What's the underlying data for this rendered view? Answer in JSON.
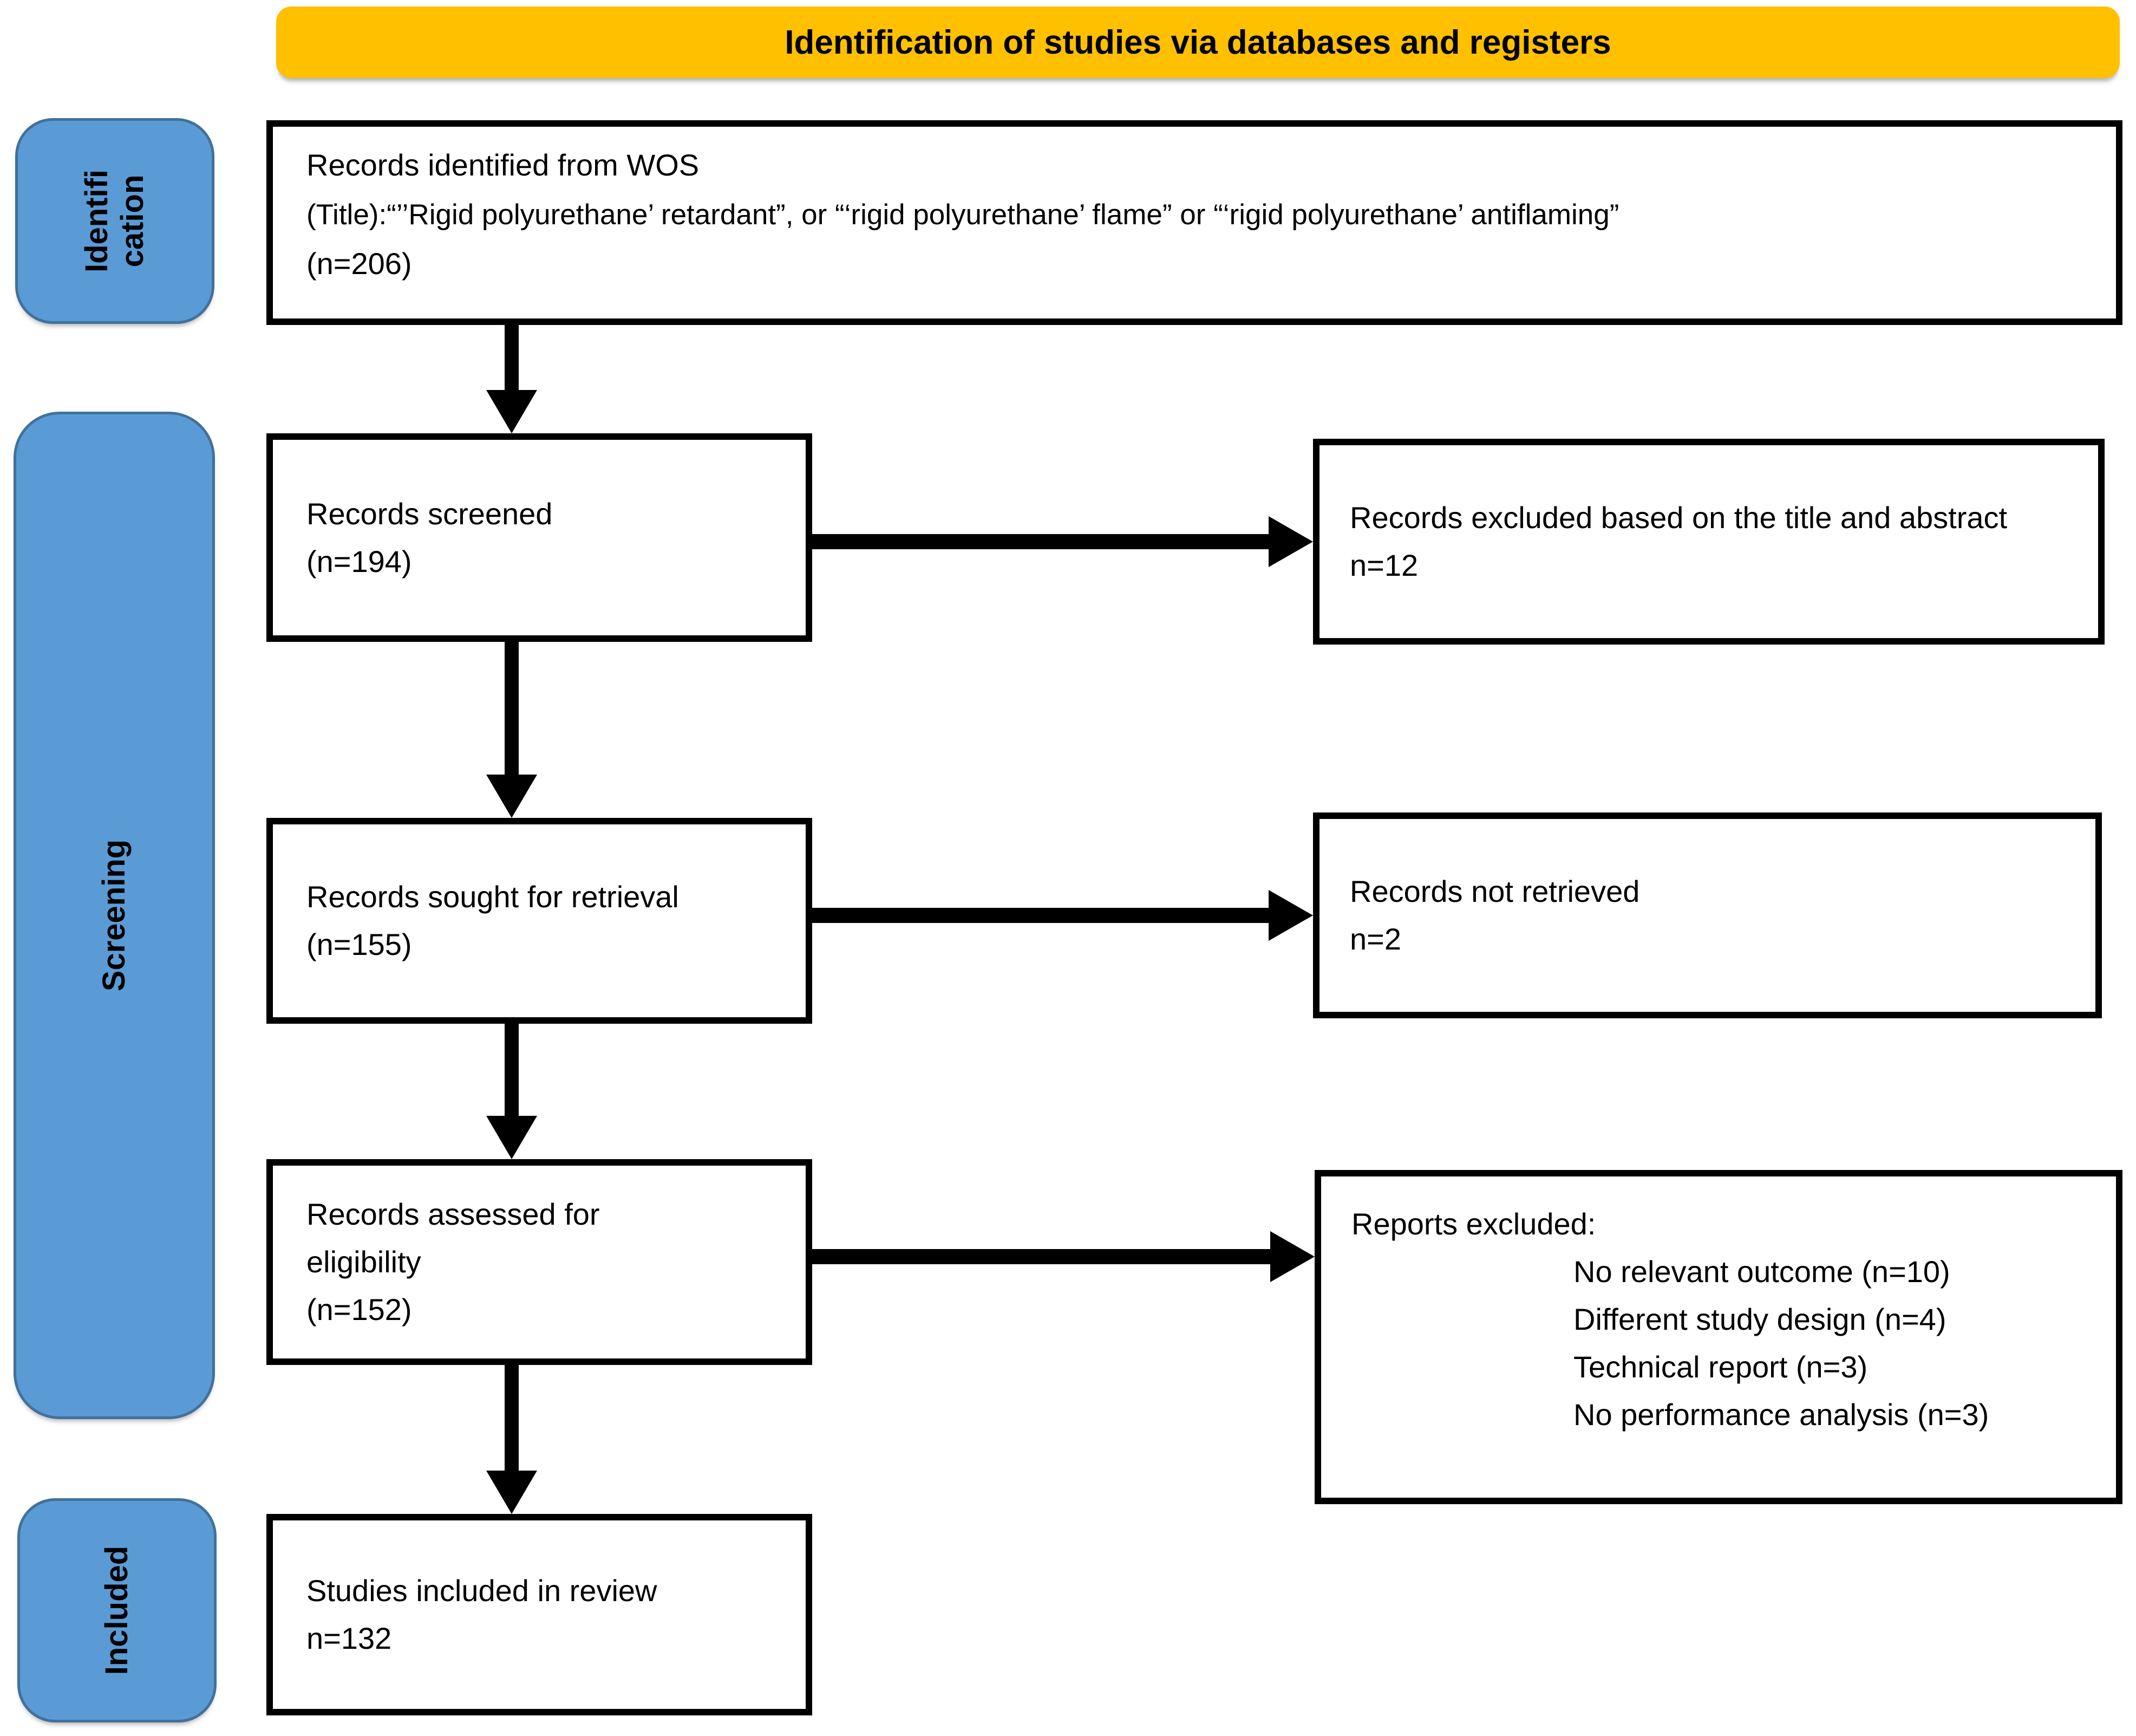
{
  "header": {
    "title": "Identification of studies via databases and registers"
  },
  "stages": {
    "identification": "Identifi\ncation",
    "screening": "Screening",
    "included": "Included"
  },
  "boxes": {
    "identified": {
      "lines": [
        "Records identified from WOS",
        "(Title):“’’Rigid polyurethane’  retardant”,  or “‘rigid polyurethane’  flame” or “‘rigid polyurethane’  antiflaming”",
        "(n=206)"
      ]
    },
    "screened": {
      "text": "Records screened",
      "count": "(n=194)"
    },
    "excluded_title_abstract": {
      "text": "Records excluded based on the title and abstract",
      "count": "n=12"
    },
    "sought": {
      "text": "Records sought for retrieval",
      "count": "(n=155)"
    },
    "not_retrieved": {
      "text": "Records not retrieved",
      "count": "n=2"
    },
    "assessed": {
      "text": "Records assessed for eligibility",
      "count": "(n=152)"
    },
    "reports_excluded": {
      "title": "Reports excluded:",
      "items": [
        "No relevant outcome (n=10)",
        "Different study design (n=4)",
        "Technical report (n=3)",
        "No performance analysis (n=3)"
      ]
    },
    "included_review": {
      "text": "Studies included in review",
      "count": "n=132"
    }
  },
  "colors": {
    "header_bg": "#FFC000",
    "stage_fill": "#5B9BD5",
    "stage_border": "#41719C",
    "box_border": "#000000",
    "arrow": "#000000"
  }
}
